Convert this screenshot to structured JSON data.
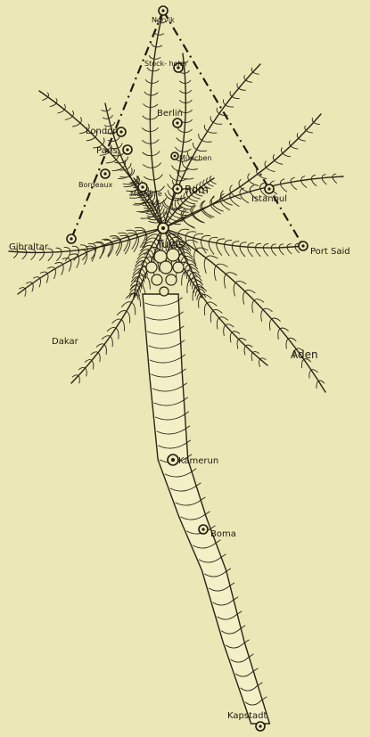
{
  "colors": {
    "paper": "#ece7b6",
    "ink": "#1e1a12"
  },
  "cities": {
    "narvik": "Narvik",
    "stockholm": "Stock- holm",
    "berlin": "Berlin",
    "london": "London",
    "paris": "Paris",
    "muenchen": "München",
    "bordeaux": "Bordeaux",
    "marseille": "Marseille",
    "rom": "Rom",
    "istanbul": "Istanbul",
    "gibraltar": "Gibraltar",
    "tunis": "Tunis",
    "port_said": "Port Said",
    "dakar": "Dakar",
    "aden": "Aden",
    "kamerun": "Kamerun",
    "boma": "Boma",
    "kapstadt": "Kapstadt"
  }
}
